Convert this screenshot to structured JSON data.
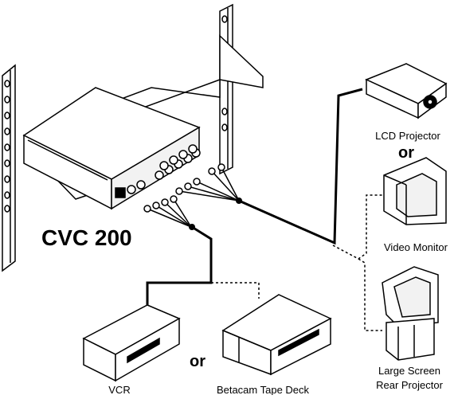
{
  "diagram": {
    "title": "CVC 200",
    "connector_word": "or",
    "devices": {
      "lcd_projector": "LCD Projector",
      "video_monitor": "Video Monitor",
      "rear_projector_line1": "Large Screen",
      "rear_projector_line2": "Rear Projector",
      "vcr": "VCR",
      "betacam": "Betacam Tape Deck"
    },
    "colors": {
      "line": "#000000",
      "background": "#ffffff"
    }
  }
}
